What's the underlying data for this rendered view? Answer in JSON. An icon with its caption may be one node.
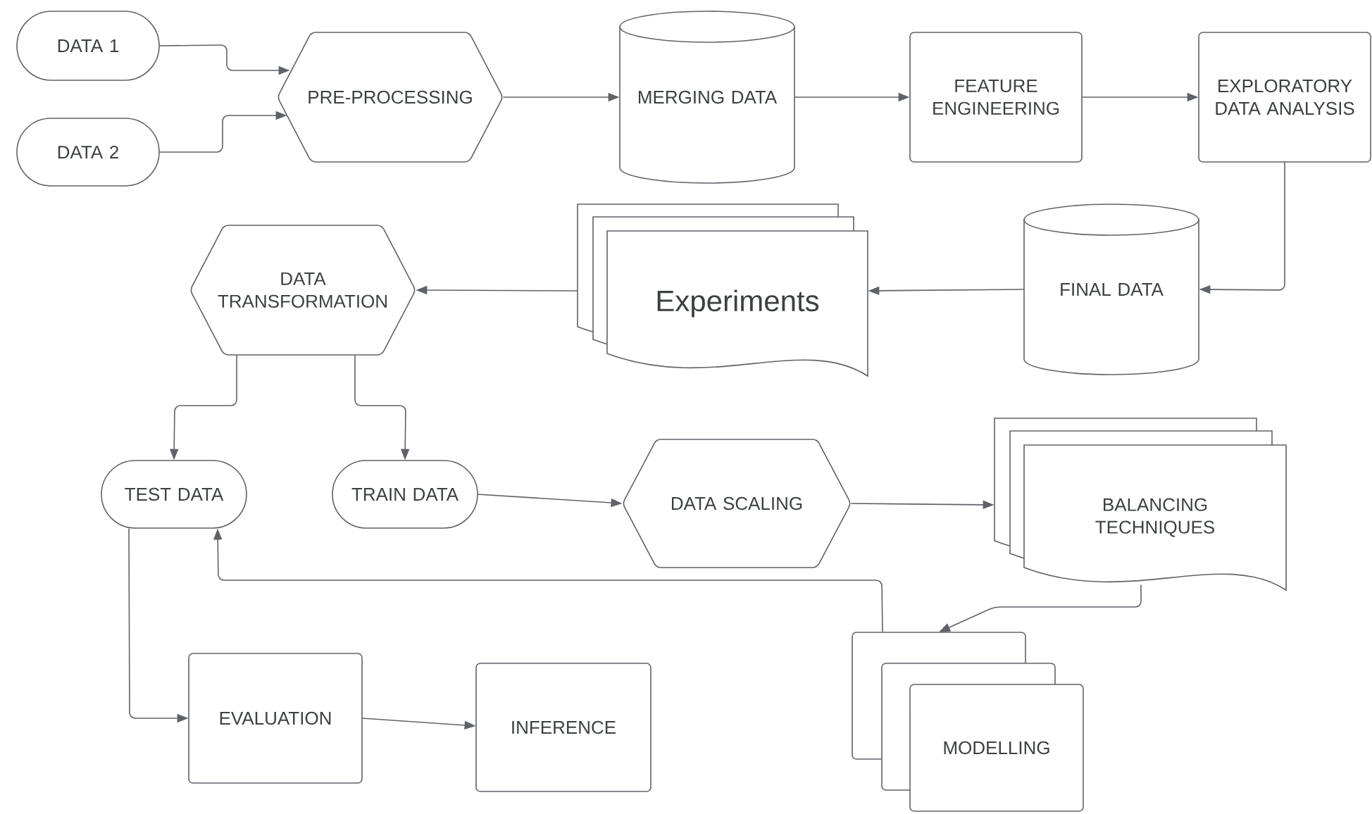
{
  "diagram": {
    "nodes": [
      {
        "text": [
          "DATA 1"
        ]
      },
      {
        "text": [
          "DATA 2"
        ]
      },
      {
        "text": [
          "PRE-PROCESSING"
        ]
      },
      {
        "text": [
          "MERGING DATA"
        ]
      },
      {
        "text": [
          "FEATURE ENGINEERING"
        ]
      },
      {
        "text": [
          "EXPLORATORY DATA ANALYSIS"
        ]
      },
      {
        "text": [
          "FINAL DATA"
        ]
      },
      {
        "text": [
          "Experiments"
        ]
      },
      {
        "text": [
          "DATA TRANSFORMATION"
        ]
      },
      {
        "text": [
          "TEST DATA"
        ]
      },
      {
        "text": [
          "TRAIN DATA"
        ]
      },
      {
        "text": [
          "DATA SCALING"
        ]
      },
      {
        "text": [
          "BALANCING TECHNIQUES"
        ]
      },
      {
        "text": [
          "MODELLING"
        ]
      },
      {
        "text": [
          "EVALUATION"
        ]
      },
      {
        "text": [
          "INFERENCE"
        ]
      }
    ],
    "edges": [
      {
        "from": 0,
        "to": 2,
        "arrow": "to"
      },
      {
        "from": 1,
        "to": 2,
        "arrow": "to"
      },
      {
        "from": 2,
        "to": 3,
        "arrow": "to"
      },
      {
        "from": 3,
        "to": 4,
        "arrow": "to"
      },
      {
        "from": 4,
        "to": 5,
        "arrow": "to"
      },
      {
        "from": 5,
        "to": 6,
        "arrow": "to"
      },
      {
        "from": 6,
        "to": 7,
        "arrow": "to"
      },
      {
        "from": 7,
        "to": 8,
        "arrow": "to"
      },
      {
        "from": 8,
        "to": 9,
        "arrow": "to"
      },
      {
        "from": 8,
        "to": 10,
        "arrow": "to"
      },
      {
        "from": 10,
        "to": 11,
        "arrow": "to"
      },
      {
        "from": 11,
        "to": 12,
        "arrow": "to"
      },
      {
        "from": 12,
        "to": 13,
        "arrow": "to"
      },
      {
        "from": 13,
        "to": 9,
        "arrow": "to"
      },
      {
        "from": 9,
        "to": 14,
        "arrow": "to"
      },
      {
        "from": 14,
        "to": 15,
        "arrow": "to"
      }
    ]
  }
}
